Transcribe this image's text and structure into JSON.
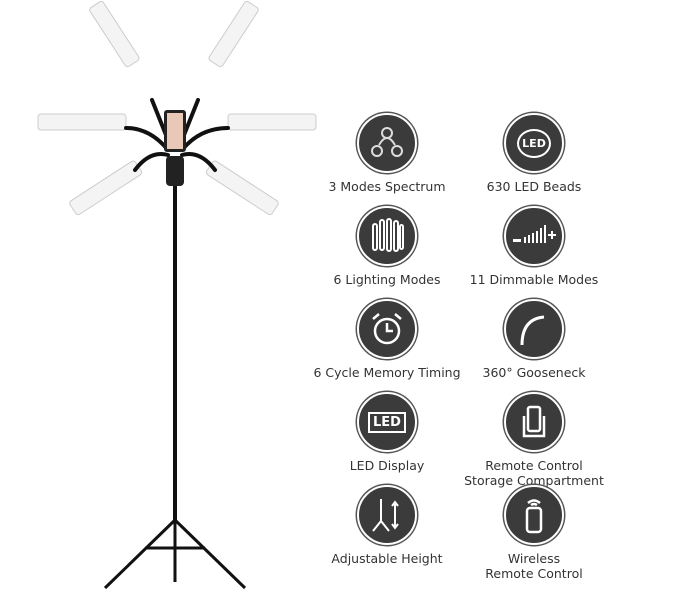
{
  "features": [
    {
      "label": "3 Modes Spectrum",
      "icon": "bulbs-spectrum-icon"
    },
    {
      "label": "630 LED Beads",
      "icon": "led-bulb-icon",
      "icon_text": "LED"
    },
    {
      "label": "6 Lighting Modes",
      "icon": "lighting-tubes-icon"
    },
    {
      "label": "11 Dimmable Modes",
      "icon": "dimmer-bars-icon"
    },
    {
      "label": "6 Cycle Memory Timing",
      "icon": "alarm-clock-icon"
    },
    {
      "label": "360° Gooseneck",
      "icon": "gooseneck-icon"
    },
    {
      "label": "LED Display",
      "icon": "led-display-icon",
      "icon_text": "LED"
    },
    {
      "label": "Remote Control\nStorage Compartment",
      "icon": "storage-compartment-icon"
    },
    {
      "label": "Adjustable Height",
      "icon": "tripod-height-icon"
    },
    {
      "label": "Wireless\nRemote Control",
      "icon": "wireless-remote-icon"
    }
  ],
  "colors": {
    "badge": "#3b3b3b",
    "text": "#333333"
  }
}
